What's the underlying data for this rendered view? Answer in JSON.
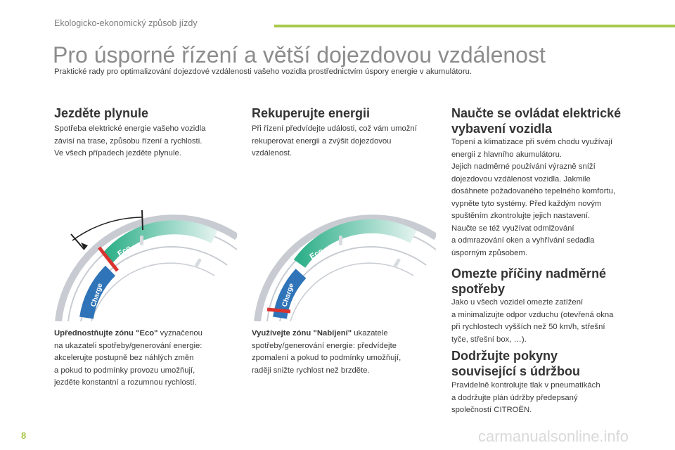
{
  "header": {
    "section_title": "Ekologicko-ekonomický způsob jízdy",
    "accent_color": "#a9c94a"
  },
  "page_title": "Pro úsporné řízení a větší dojezdovou vzdálenost",
  "subtitle": "Praktické rady pro optimalizování dojezdové vzdálenosti vašeho vozidla prostřednictvím úspory energie v akumulátoru.",
  "col1": {
    "heading": "Jezděte plynule",
    "text": [
      "Spotřeba elektrické energie vašeho vozidla",
      "závisí na trase, způsobu řízení a rychlosti.",
      "Ve všech případech jezděte plynule."
    ],
    "caption_bold": "Upřednostňujte zónu \"Eco\"",
    "caption_first": " vyznačenou",
    "caption_rest": [
      "na ukazateli spotřeby/generování energie:",
      "akcelerujte postupně bez náhlých změn",
      "a pokud to podmínky provozu umožňují,",
      "jezděte konstantní a rozumnou rychlostí."
    ]
  },
  "col2": {
    "heading": "Rekuperujte energii",
    "text": [
      "Při řízení předvídejte události, což vám umožní",
      "rekuperovat energii a zvýšit dojezdovou",
      "vzdálenost."
    ],
    "caption_bold": "Využívejte zónu \"Nabíjení\"",
    "caption_first": " ukazatele",
    "caption_rest": [
      "spotřeby/generování energie: předvídejte",
      "zpomalení a pokud to podmínky umožňují,",
      "raději snižte rychlost než brzděte."
    ]
  },
  "col3": {
    "heading1": [
      "Naučte se ovládat elektrické",
      "vybavení vozidla"
    ],
    "text1": [
      "Topení a klimatizace při svém chodu využívají",
      "energii z hlavního akumulátoru.",
      "Jejich nadměrné používání výrazně sníží",
      "dojezdovou vzdálenost vozidla. Jakmile",
      "dosáhnete požadovaného tepelného komfortu,",
      "vypněte tyto systémy. Před každým novým",
      "spuštěním zkontrolujte jejich nastavení.",
      "Naučte se též využívat odmlžování",
      "a odmrazování oken a vyhřívání sedadla",
      "úsporným způsobem."
    ],
    "heading2": [
      "Omezte příčiny nadměrné",
      "spotřeby"
    ],
    "text2": [
      "Jako u všech vozidel omezte zatížení",
      "a minimalizujte odpor vzduchu (otevřená okna",
      "při rychlostech vyšších než 50 km/h, střešní",
      "tyče, střešní box, …)."
    ],
    "heading3": [
      "Dodržujte pokyny",
      "související s údržbou"
    ],
    "text3": [
      "Pravidelně kontrolujte tlak v pneumatikách",
      "a dodržujte plán údržby předepsaný",
      "společností CITROËN."
    ]
  },
  "gauges": {
    "eco_label": "Eco",
    "charge_label": "Charge",
    "charge_color": "#2f74b8",
    "eco_color": "#2fb08a",
    "needle_color": "#d9332f"
  },
  "page_number": "8",
  "watermark": "carmanualsonline.info"
}
